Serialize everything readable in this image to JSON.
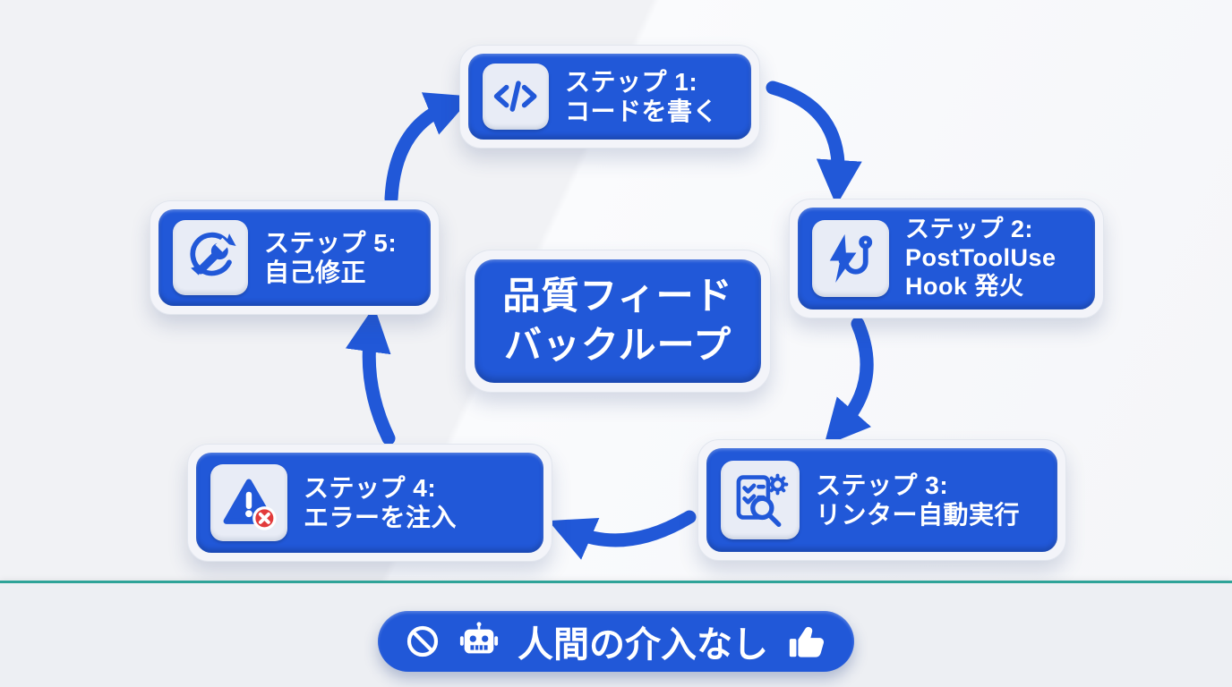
{
  "title": {
    "line1": "品質フィード",
    "line2": "バックループ"
  },
  "steps": [
    {
      "lines": [
        "ステップ 1:",
        "コードを書く"
      ]
    },
    {
      "lines": [
        "ステップ 2:",
        "PostToolUse",
        "Hook 発火"
      ]
    },
    {
      "lines": [
        "ステップ 3:",
        "リンター自動実行"
      ]
    },
    {
      "lines": [
        "ステップ 4:",
        "エラーを注入"
      ]
    },
    {
      "lines": [
        "ステップ 5:",
        "自己修正"
      ]
    }
  ],
  "banner": {
    "text": "人間の介入なし"
  },
  "icons": {
    "step1": "code-brackets-icon",
    "step2": "lightning-hook-icon",
    "step3": "checklist-magnifier-gear-icon",
    "step4": "warning-error-icon",
    "step5": "wrench-cycle-icon",
    "banner_left": "prohibition-icon",
    "banner_robot": "robot-icon",
    "banner_right": "thumbs-up-icon"
  },
  "colors": {
    "primary_blue": "#2158d8",
    "icon_tile": "#e8ecf6",
    "background": "#f3f4f7",
    "divider_teal": "#2fa398",
    "error_red": "#e23b3b",
    "text_on_blue": "#ffffff"
  }
}
